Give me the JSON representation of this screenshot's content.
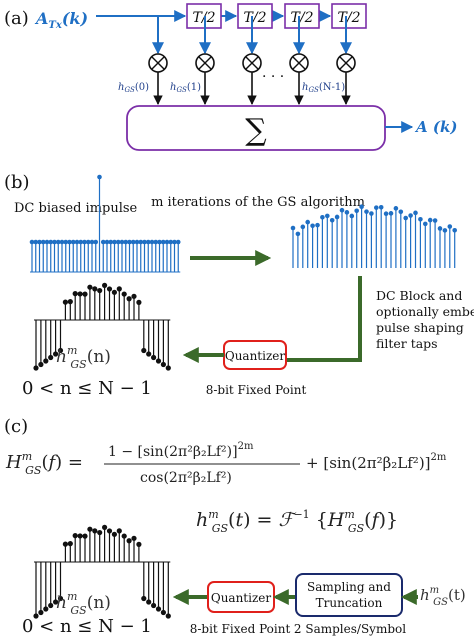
{
  "panel_a": {
    "label": "(a)",
    "input_label": "A",
    "input_sub": "Tx",
    "input_arg": "(k)",
    "delay_labels": [
      "T/2",
      "T/2",
      "T/2",
      "T/2"
    ],
    "tap_labels": [
      {
        "base": "h",
        "sub": "GS",
        "arg": "(0)"
      },
      {
        "base": "h",
        "sub": "GS",
        "arg": "(1)"
      },
      {
        "base": "h",
        "sub": "GS",
        "arg": "(N-1)"
      }
    ],
    "ellipsis": "· · ·",
    "sum_symbol": "∑",
    "output_label": "A (k)"
  },
  "panel_b": {
    "label": "(b)",
    "impulse_label": "DC biased impulse",
    "iteration_label": "m iterations of the GS algorithm",
    "dc_block_label": [
      "DC Block and",
      "optionally embed",
      "pulse shaping",
      "filter taps"
    ],
    "quantizer_label": "Quantizer",
    "fixed_point_label": "8-bit Fixed Point",
    "taps_label": "h_GS^m(n)",
    "range_label": "0 < n ≤ N − 1"
  },
  "panel_c": {
    "label": "(c)",
    "transfer_lhs": "H_GS^m(f) =",
    "numerator": "1 − [sin(2π²β₂Lf²)]^2m",
    "denominator": "cos(2π²β₂Lf²)",
    "plus_term": "+ [sin(2π²β₂Lf²)]^2m",
    "impulse_eq": "h_GS^m(t) = F⁻¹ {H_GS^m(f)}",
    "sampling_label": [
      "Sampling and",
      "Truncation"
    ],
    "samples_label": "2 Samples/Symbol",
    "quantizer_label": "Quantizer",
    "fixed_point_label": "8-bit Fixed Point",
    "input_label": "h_GS^m(t)",
    "taps_label": "h_GS^m(n)",
    "range_label": "0 < n ≤ N − 1"
  },
  "colors": {
    "signal_blue": "#1f6fc4",
    "accent_purple": "#7b2fa8",
    "quantizer_red": "#e0201b",
    "sampling_navy": "#1a2a6c",
    "arrow_green": "#3b6a2a",
    "text_dark": "#222222"
  }
}
